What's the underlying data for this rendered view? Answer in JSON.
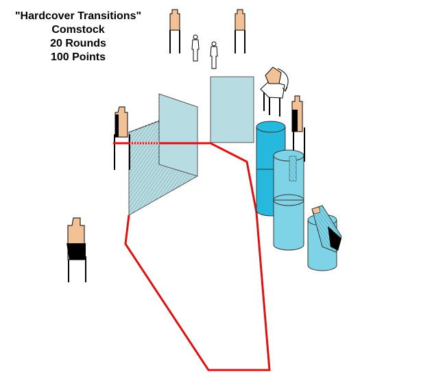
{
  "stage": {
    "title": "\"Hardcover Transitions\"",
    "scoring": "Comstock",
    "rounds": "20 Rounds",
    "points": "100 Points"
  },
  "colors": {
    "fault_line": "#e01010",
    "wall_fill": "#b7dde2",
    "barrel_fill": "#27b8de",
    "barrel_light": "#7fd3e6",
    "target_tan": "#f2c196",
    "hardcover": "#000000"
  }
}
